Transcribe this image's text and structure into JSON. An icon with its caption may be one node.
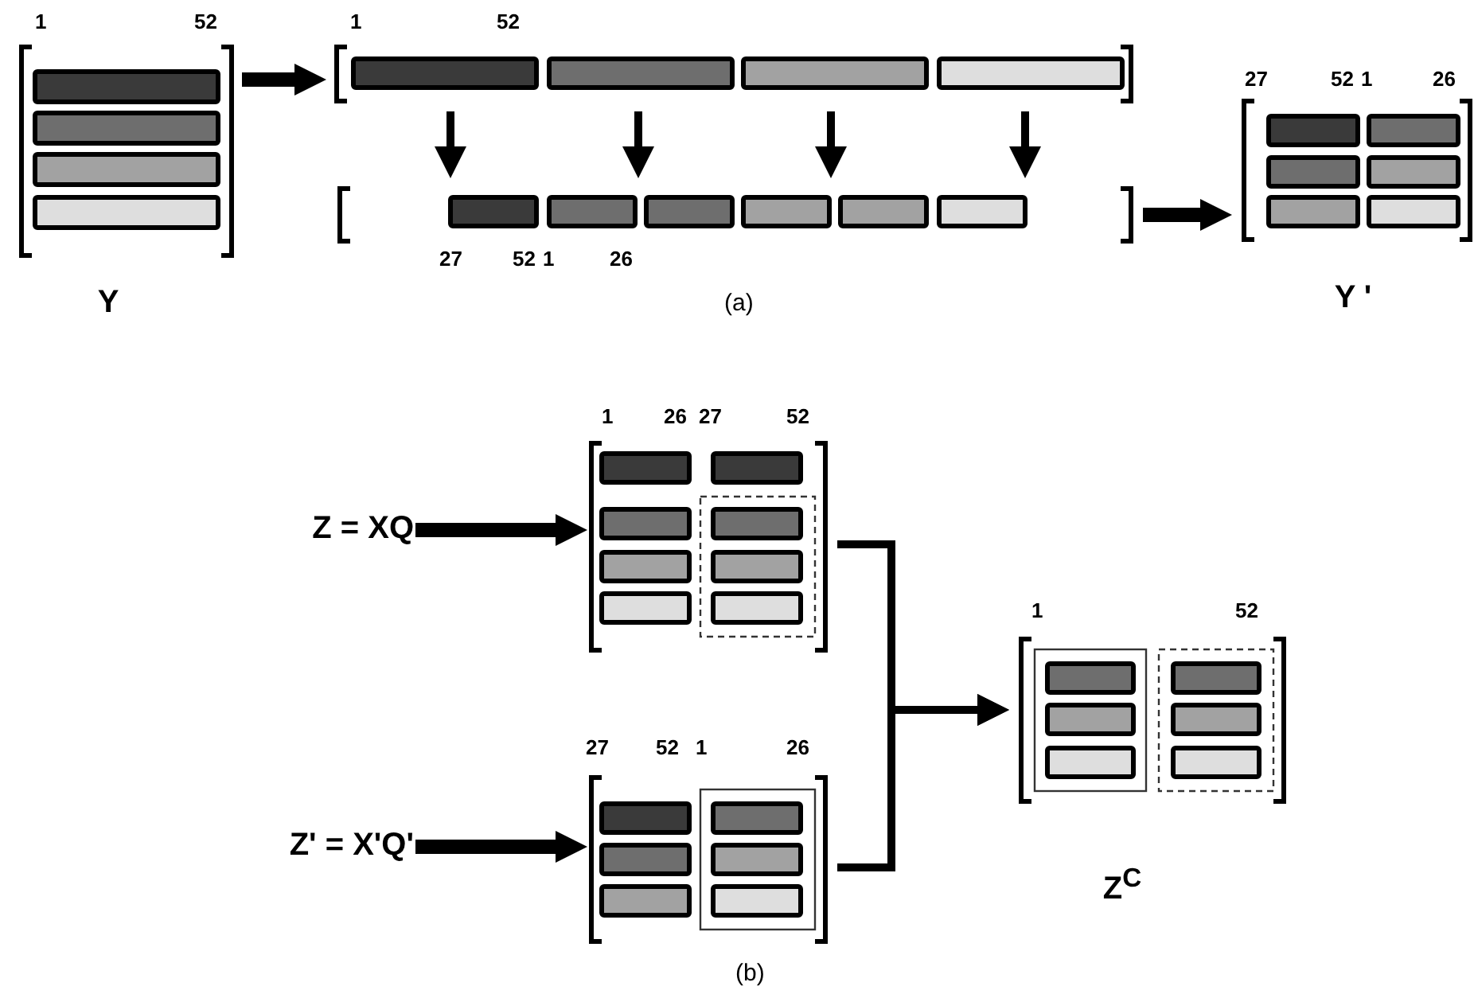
{
  "diagram": {
    "nodes": [
      {
        "text": [
          "Y"
        ],
        "beside": [
          "1",
          "52"
        ]
      },
      {
        "text": [],
        "shape": "bracket",
        "beside": [
          "1",
          "52"
        ]
      },
      {
        "text": [],
        "shape": "bracket",
        "beside": [
          "27",
          "52",
          "1",
          "26"
        ]
      },
      {
        "text": [
          "Y '"
        ],
        "beside": [
          "27",
          "52",
          "1",
          "26"
        ]
      },
      {
        "text": [
          "Z = XQ"
        ]
      },
      {
        "text": [],
        "shape": "bracket",
        "beside": [
          "1",
          "26",
          "27",
          "52"
        ]
      },
      {
        "text": [
          "Z' = X'Q'"
        ]
      },
      {
        "text": [],
        "shape": "bracket",
        "beside": [
          "27",
          "52",
          "1",
          "26"
        ]
      },
      {
        "text": [
          "Z$^{C}$"
        ],
        "beside": [
          "1",
          "52"
        ]
      }
    ],
    "edges": [
      {
        "from": 0,
        "to": 1,
        "arrow": "to",
        "style": "thick"
      },
      {
        "from": 1,
        "to": 2,
        "arrow": "to"
      },
      {
        "from": 1,
        "to": 2,
        "arrow": "to"
      },
      {
        "from": 1,
        "to": 2,
        "arrow": "to"
      },
      {
        "from": 1,
        "to": 2,
        "arrow": "to"
      },
      {
        "from": 2,
        "to": 3,
        "arrow": "to",
        "style": "thick"
      },
      {
        "from": 4,
        "to": 5,
        "arrow": "to",
        "style": "thick"
      },
      {
        "from": 6,
        "to": 7,
        "arrow": "to",
        "style": "thick"
      },
      {
        "from": 5,
        "to": 8,
        "arrow": "to"
      },
      {
        "from": 7,
        "to": 8,
        "arrow": "to"
      }
    ],
    "labels": [
      "(a)",
      "(b)"
    ]
  }
}
